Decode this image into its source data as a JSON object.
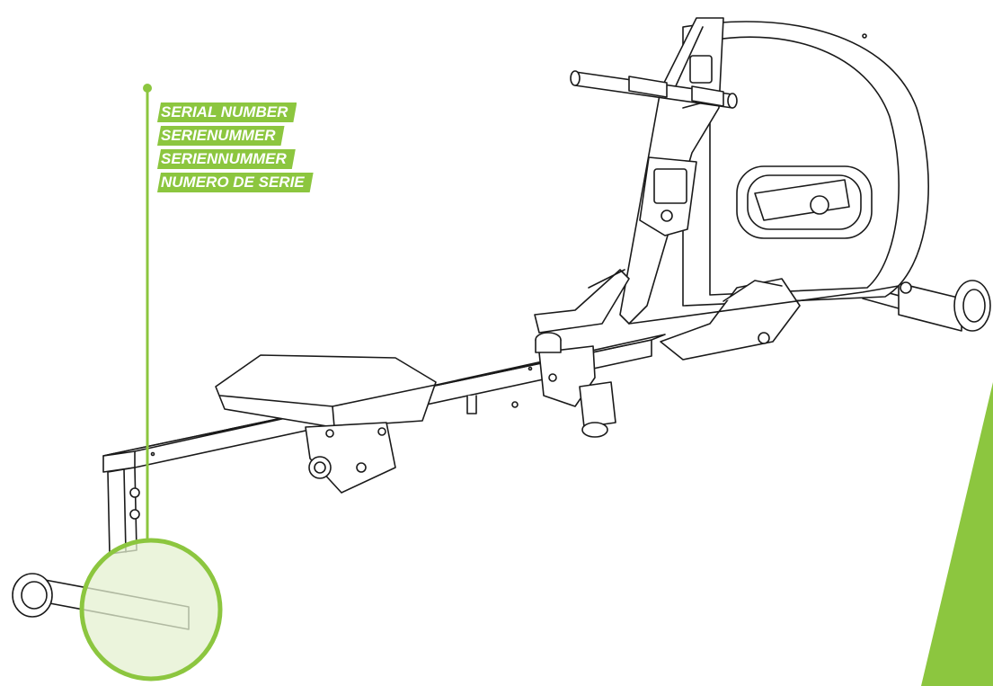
{
  "labels": {
    "english": "SERIAL NUMBER",
    "german": "SERIENUMMER",
    "dutch": "SERIENNUMMER",
    "spanish": "NUMERO DE SERIE"
  },
  "colors": {
    "accent": "#8cc63f",
    "highlight_fill": "#e4f0d0",
    "line_art": "#1a1a1a"
  }
}
